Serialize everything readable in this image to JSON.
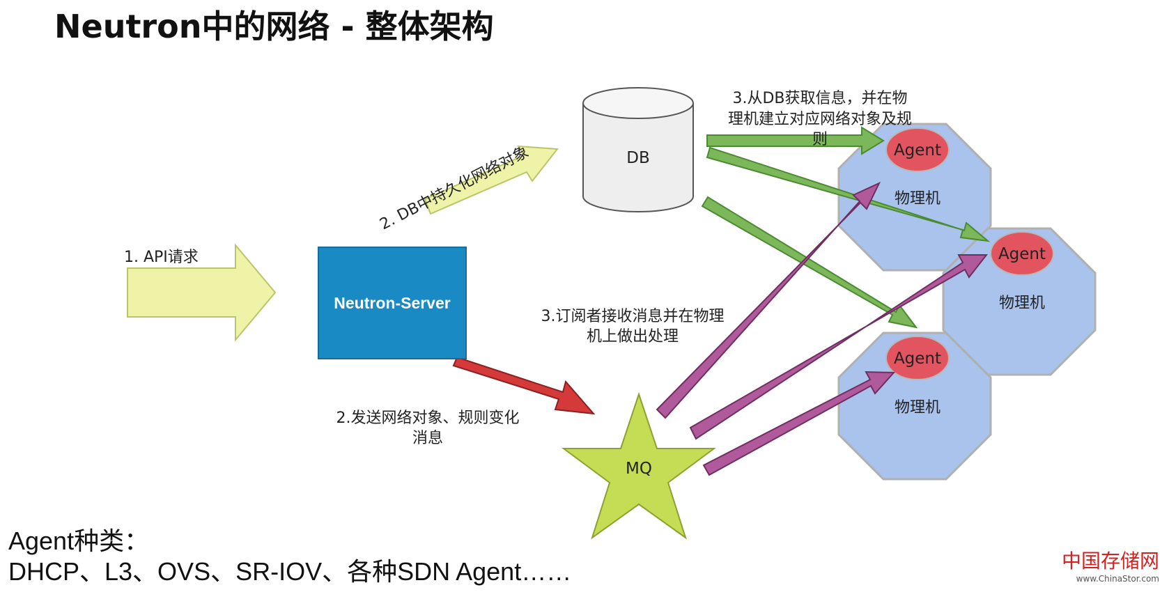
{
  "title": "Neutron中的网络 - 整体架构",
  "nodes": {
    "db": "DB",
    "server": "Neutron-Server",
    "mq": "MQ",
    "agent_label": "Agent",
    "host_label": "物理机"
  },
  "edges": {
    "api_request": "1. API请求",
    "db_persist": "2. DB中持久化网络对象",
    "send_msg_line1": "2.发送网络对象、规则变化",
    "send_msg_line2": "消息",
    "db_fetch_line1": "3.从DB获取信息，并在物",
    "db_fetch_line2": "理机建立对应网络对象及规",
    "db_fetch_line3": "则",
    "subscriber_line1": "3.订阅者接收消息并在物理",
    "subscriber_line2": "机上做出处理"
  },
  "footer": {
    "line1": "Agent种类：",
    "line2": "DHCP、L3、OVS、SR-IOV、各种SDN Agent……"
  },
  "watermark": {
    "name": "中国存储网",
    "url": "www.ChinaStor.com"
  },
  "colors": {
    "server_fill": "#1a8ac4",
    "db_fill": "#eeeeee",
    "mq_fill": "#c4dd55",
    "host_fill": "#a9c3ec",
    "agent_fill": "#e25560",
    "arrow_yellow": "#eef3a8",
    "arrow_red": "#d43a3a",
    "arrow_green": "#7cb85a",
    "arrow_purple": "#b05a9c"
  }
}
